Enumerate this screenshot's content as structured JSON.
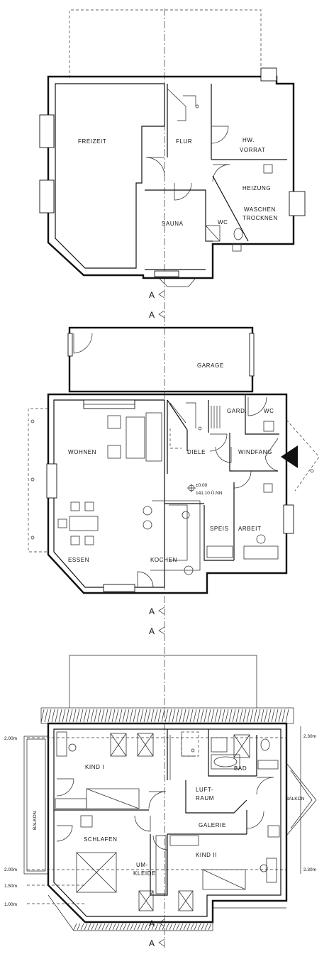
{
  "floors": {
    "basement": {
      "rooms": {
        "freizeit": "FREIZEIT",
        "flur": "FLUR",
        "hw": "HW.",
        "vorrat": "VORRAT",
        "heizung": "HEIZUNG",
        "waschen": "WASCHEN",
        "trocknen": "TROCKNEN",
        "sauna": "SAUNA",
        "wc": "WC"
      },
      "section_marker_top": "A",
      "section_marker_bottom": "A"
    },
    "ground": {
      "rooms": {
        "garage": "GARAGE",
        "gard": "GARD.",
        "wc": "WC",
        "wohnen": "WOHNEN",
        "diele": "DIELE",
        "windfang": "WINDFANG",
        "speis": "SPEIS",
        "arbeit": "ARBEIT",
        "essen": "ESSEN",
        "kochen": "KOCHEN"
      },
      "level_1": "±0.00",
      "level_2": "141.10 Ü.NN",
      "section_marker_top": "A",
      "section_marker_bottom": "A"
    },
    "attic": {
      "rooms": {
        "kind1": "KIND I",
        "bad": "BAD",
        "luft": "LUFT-",
        "raum": "RAUM",
        "galerie": "GALERIE",
        "schlafen": "SCHLAFEN",
        "kind2": "KIND II",
        "um": "UM-",
        "kleide": "KLEIDE",
        "balkon_left": "BALKON",
        "balkon_right": "BALKON"
      },
      "heights": {
        "left_top": "2.00m",
        "left_mid": "2.00m",
        "left_150": "1.50m",
        "left_100": "1.00m",
        "right_top": "2.30m",
        "right_mid": "2.30m"
      },
      "section_marker_top": "A",
      "section_marker_bottom": "A"
    }
  }
}
